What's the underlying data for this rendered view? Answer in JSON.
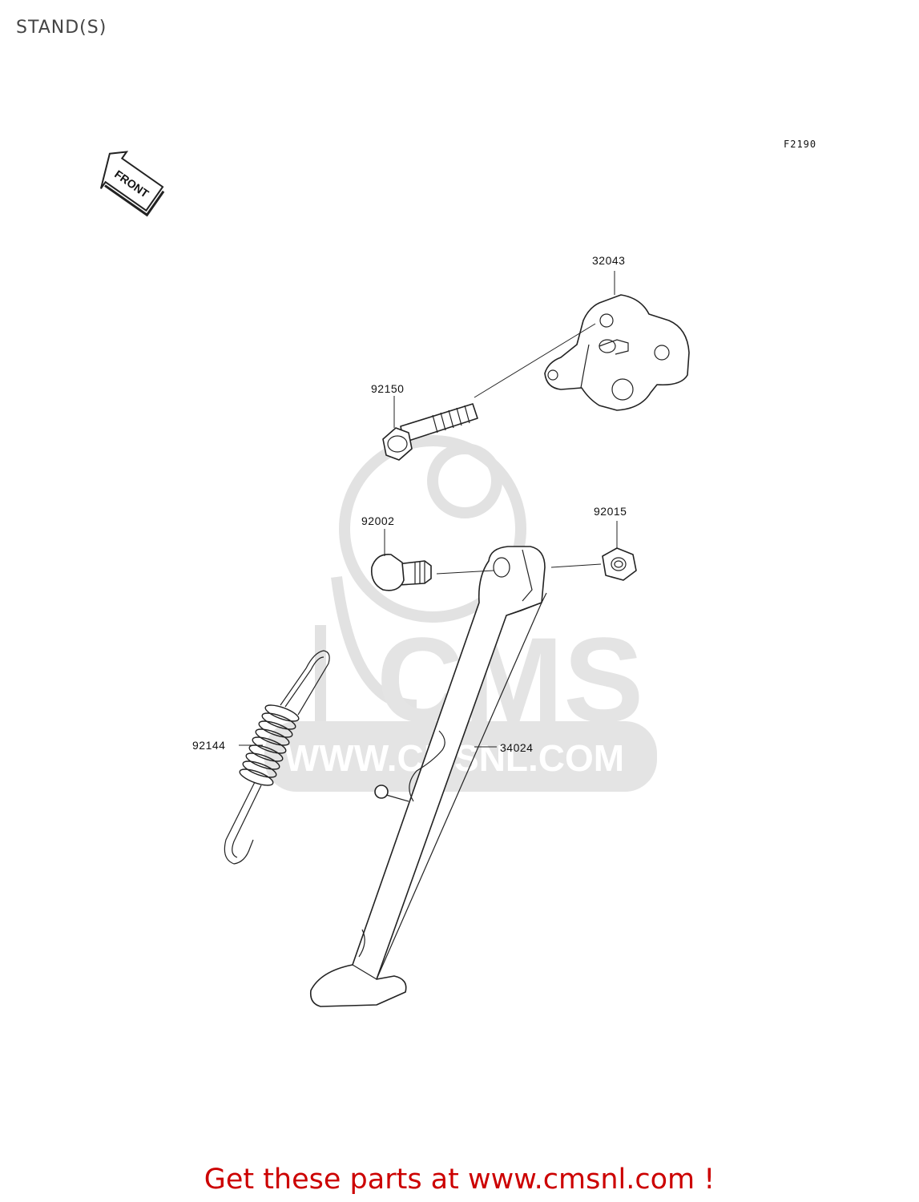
{
  "page": {
    "title": "STAND(S)",
    "figure_code": "F2190",
    "front_indicator": "FRONT"
  },
  "parts": [
    {
      "number": "32043",
      "name": "bracket"
    },
    {
      "number": "92150",
      "name": "bolt"
    },
    {
      "number": "92002",
      "name": "bolt"
    },
    {
      "number": "92015",
      "name": "nut"
    },
    {
      "number": "92144",
      "name": "spring"
    },
    {
      "number": "34024",
      "name": "side-stand"
    }
  ],
  "watermark": {
    "brand": "CMS",
    "url": "WWW.CMSNL.COM"
  },
  "footer": {
    "cta": "Get these parts at www.cmsnl.com !",
    "color": "#cc0000"
  }
}
